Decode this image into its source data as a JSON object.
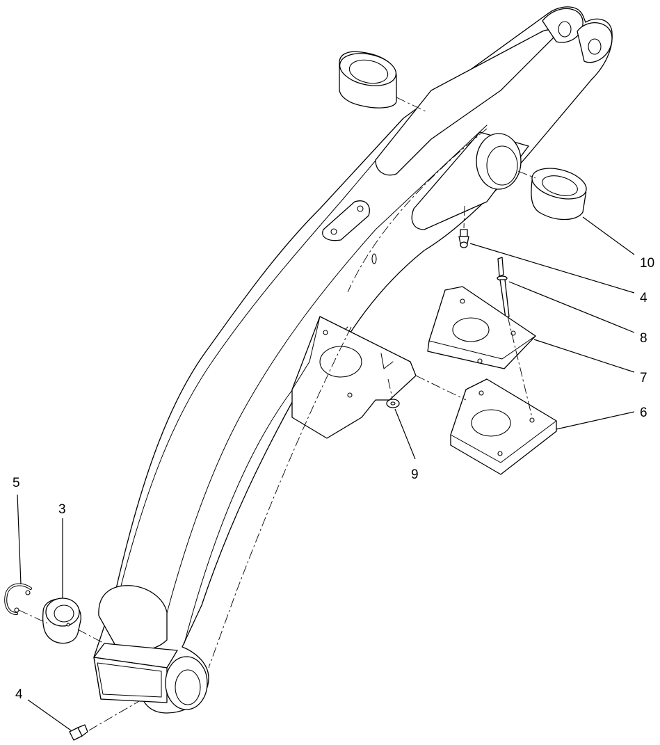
{
  "callouts": {
    "c10": "10",
    "c4_upper": "4",
    "c8": "8",
    "c7": "7",
    "c6": "6",
    "c9": "9",
    "c5": "5",
    "c3": "3",
    "c4_lower": "4"
  }
}
